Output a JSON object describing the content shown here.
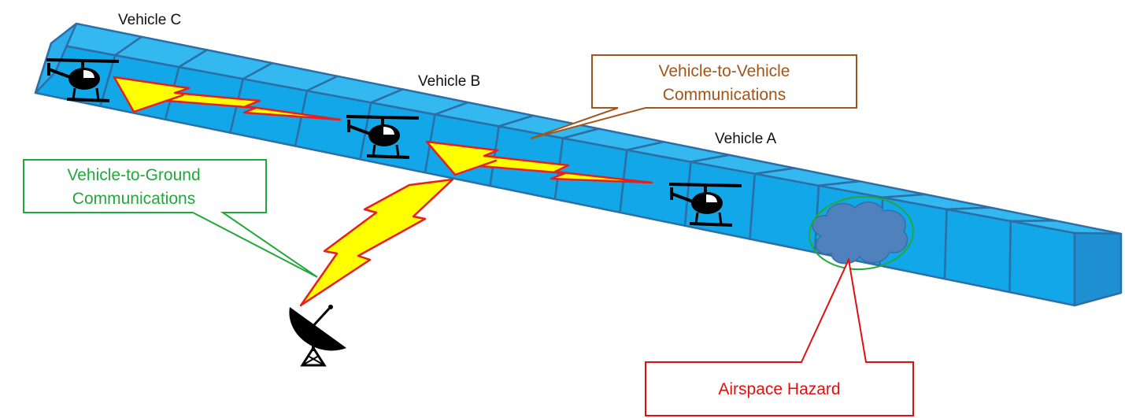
{
  "vehicles": [
    {
      "label": "Vehicle C"
    },
    {
      "label": "Vehicle B"
    },
    {
      "label": "Vehicle A"
    }
  ],
  "callouts": {
    "v2v": {
      "line1": "Vehicle-to-Vehicle",
      "line2": "Communications",
      "color": "#A0561B"
    },
    "v2g": {
      "line1": "Vehicle-to-Ground",
      "line2": "Communications",
      "color": "#22A83A"
    },
    "hazard": {
      "line1": "Airspace Hazard",
      "color": "#E01010"
    }
  },
  "colors": {
    "corridor_top": "#33B8F0",
    "corridor_side": "#12A7E8",
    "corridor_edge": "#2E6EA6",
    "lightning_fill": "#FFFF00",
    "lightning_stroke": "#E81E1E",
    "cloud": "#4F81BD"
  },
  "icons": {
    "vehicle": "helicopter-icon",
    "ground": "satellite-dish-icon",
    "hazard": "storm-cloud-icon"
  }
}
